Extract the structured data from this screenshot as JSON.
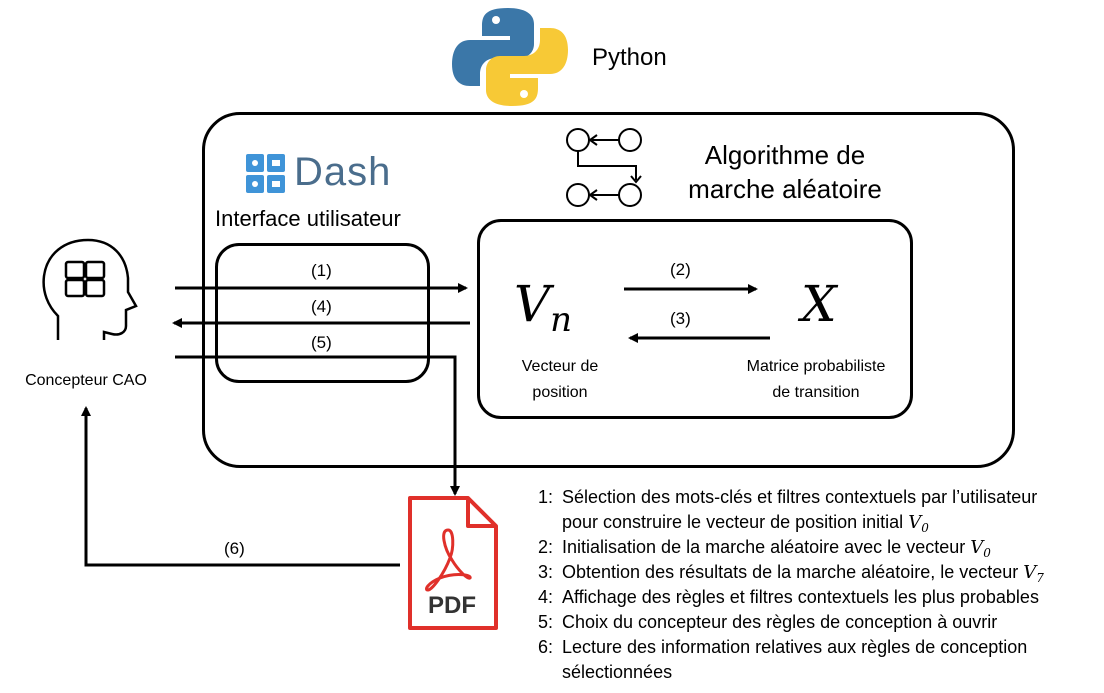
{
  "labels": {
    "python": "Python",
    "dash": "Dash",
    "interface": "Interface utilisateur",
    "algo_line1": "Algorithme de",
    "algo_line2": "marche aléatoire",
    "user": "Concepteur CAO",
    "vn_base": "V",
    "vn_sub": "n",
    "x": "X",
    "vecteur_line1": "Vecteur de",
    "vecteur_line2": "position",
    "matrice_line1": "Matrice probabiliste",
    "matrice_line2": "de transition",
    "pdf": "PDF"
  },
  "steps": {
    "s1": "(1)",
    "s2": "(2)",
    "s3": "(3)",
    "s4": "(4)",
    "s5": "(5)",
    "s6": "(6)"
  },
  "legend": {
    "l1_num": "1:",
    "l1a": "Sélection des mots-clés et filtres contextuels par l’utilisateur",
    "l1b": "pour construire le vecteur de position initial ",
    "l1b_var": "V",
    "l1b_sub": "0",
    "l2_num": "2:",
    "l2": "Initialisation de la marche aléatoire avec le vecteur ",
    "l2_var": "V",
    "l2_sub": "0",
    "l3_num": "3:",
    "l3": "Obtention des résultats de la marche aléatoire, le vecteur ",
    "l3_var": "V",
    "l3_sub": "7",
    "l4_num": "4:",
    "l4": "Affichage des règles et filtres contextuels les plus probables",
    "l5_num": "5:",
    "l5": "Choix du concepteur des règles de conception à ouvrir",
    "l6_num": "6:",
    "l6a": "Lecture des information relatives aux règles de conception",
    "l6b": "sélectionnées"
  },
  "colors": {
    "python_blue": "#3b77a8",
    "python_yellow": "#f7c936",
    "dash_blue": "#3f94d8",
    "dash_text": "#4a6d8c",
    "pdf_red": "#e0302a"
  }
}
